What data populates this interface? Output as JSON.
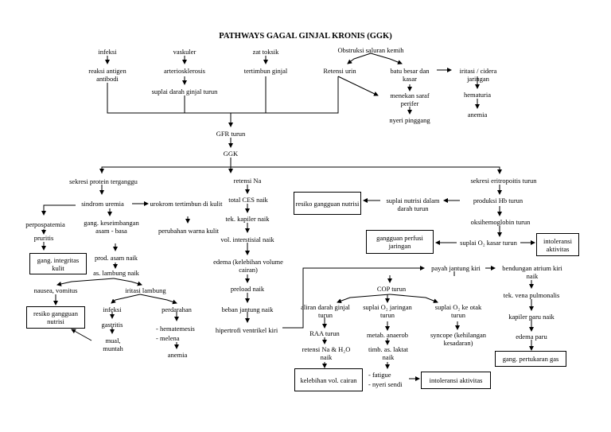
{
  "title": "PATHWAYS GAGAL GINJAL KRONIS (GGK)",
  "nodes": {
    "infeksi": "infeksi",
    "vaskuler": "vaskuler",
    "zat_toksik": "zat toksik",
    "obstruksi": "Obstruksi saluran kemih",
    "reaksi_antigen": "reaksi antigen antibodi",
    "arteriosklerosis": "arteriosklerosis",
    "tertimbun_ginjal": "tertimbun ginjal",
    "retensi_urin": "Retensi urin",
    "batu_besar": "batu besar dan kasar",
    "iritasi_cidera": "iritasi / cidera jaringan",
    "suplai_darah_ginjal": "suplai darah ginjal turun",
    "menekan_saraf": "menekan saraf perifer",
    "hematuria": "hematuria",
    "nyeri_pinggang": "nyeri pinggang",
    "anemia_top": "anemia",
    "gfr_turun": "GFR turun",
    "ggk": "GGK",
    "sekresi_protein": "sekresi protein terganggu",
    "retensi_na": "retensi Na",
    "sekresi_eritropoitis": "sekresi eritropoitis turun",
    "sindrom_uremia": "sindrom uremia",
    "urokrom": "urokrom tertimbun di kulit",
    "total_ces": "total CES naik",
    "resiko_gangguan_nutrisi_top": "resiko gangguan nutrisi",
    "suplai_nutrisi": "suplai nutrisi dalam darah turun",
    "produksi_hb": "produksi Hb turun",
    "perpospatemia": "perpospatemia",
    "gang_keseimbangan": "gang. keseimbangan asam - basa",
    "perubahan_warna": "perubahan warna kulit",
    "tek_kapiler": "tek. kapiler naik",
    "oksihemoglobin": "oksihemoglobin turun",
    "pruritis": "pruritis",
    "vol_interstisial": "vol. interstisial naik",
    "gangguan_perfusi": "gangguan perfusi jaringan",
    "suplai_o2_kasar": "suplai O₂ kasar turun",
    "intoleransi_top": "intoleransi aktivitas",
    "gang_integritas": "gang. integritas kulit",
    "prod_asam": "prod. asam naik",
    "as_lambung": "as. lambung naik",
    "edema_cairan": "edema (kelebihan volume cairan)",
    "payah_jantung": "payah jantung kiri",
    "bendungan_atrium": "bendungan atrium kiri naik",
    "nausea": "nausea, vomitus",
    "iritasi_lambung": "iritasi lambung",
    "preload": "preload naik",
    "cop_turun": "COP turun",
    "tek_vena": "tek. vena pulmonalis",
    "resiko_gangguan_nutrisi_bottom": "resiko gangguan nutrisi",
    "infeksi_gastritis": "infeksi",
    "gastritis": "gastritis",
    "perdarahan": "perdarahan",
    "beban_jantung": "beban jantung naik",
    "aliran_darah": "aliran darah ginjal turun",
    "suplai_o2_jaringan": "suplai O₂ jaringan turun",
    "suplai_o2_otak": "suplai O₂ ke otak turun",
    "kapiler_paru": "kapiler paru naik",
    "mual_muntah": "mual, muntah",
    "hematemesis": "- hematemesis",
    "melena": "- melena",
    "hipertrofi": "hipertrofi ventrikel kiri",
    "raa_turun": "RAA turun",
    "metab_anaerob": "metab. anaerob",
    "syncope": "syncope (kehilangan kesadaran)",
    "edema_paru": "edema paru",
    "anemia_bottom": "anemia",
    "retensi_na_h2o": "retensi Na & H₂O naik",
    "timb_laktat": "timb. as. laktat naik",
    "gang_pertukaran_gas": "gang. pertukaran gas",
    "kelebihan_vol": "kelebihan vol. cairan",
    "fatigue": "- fatigue",
    "nyeri_sendi": "- nyeri sendi",
    "intoleransi_bottom": "intoleransi aktivitas"
  }
}
